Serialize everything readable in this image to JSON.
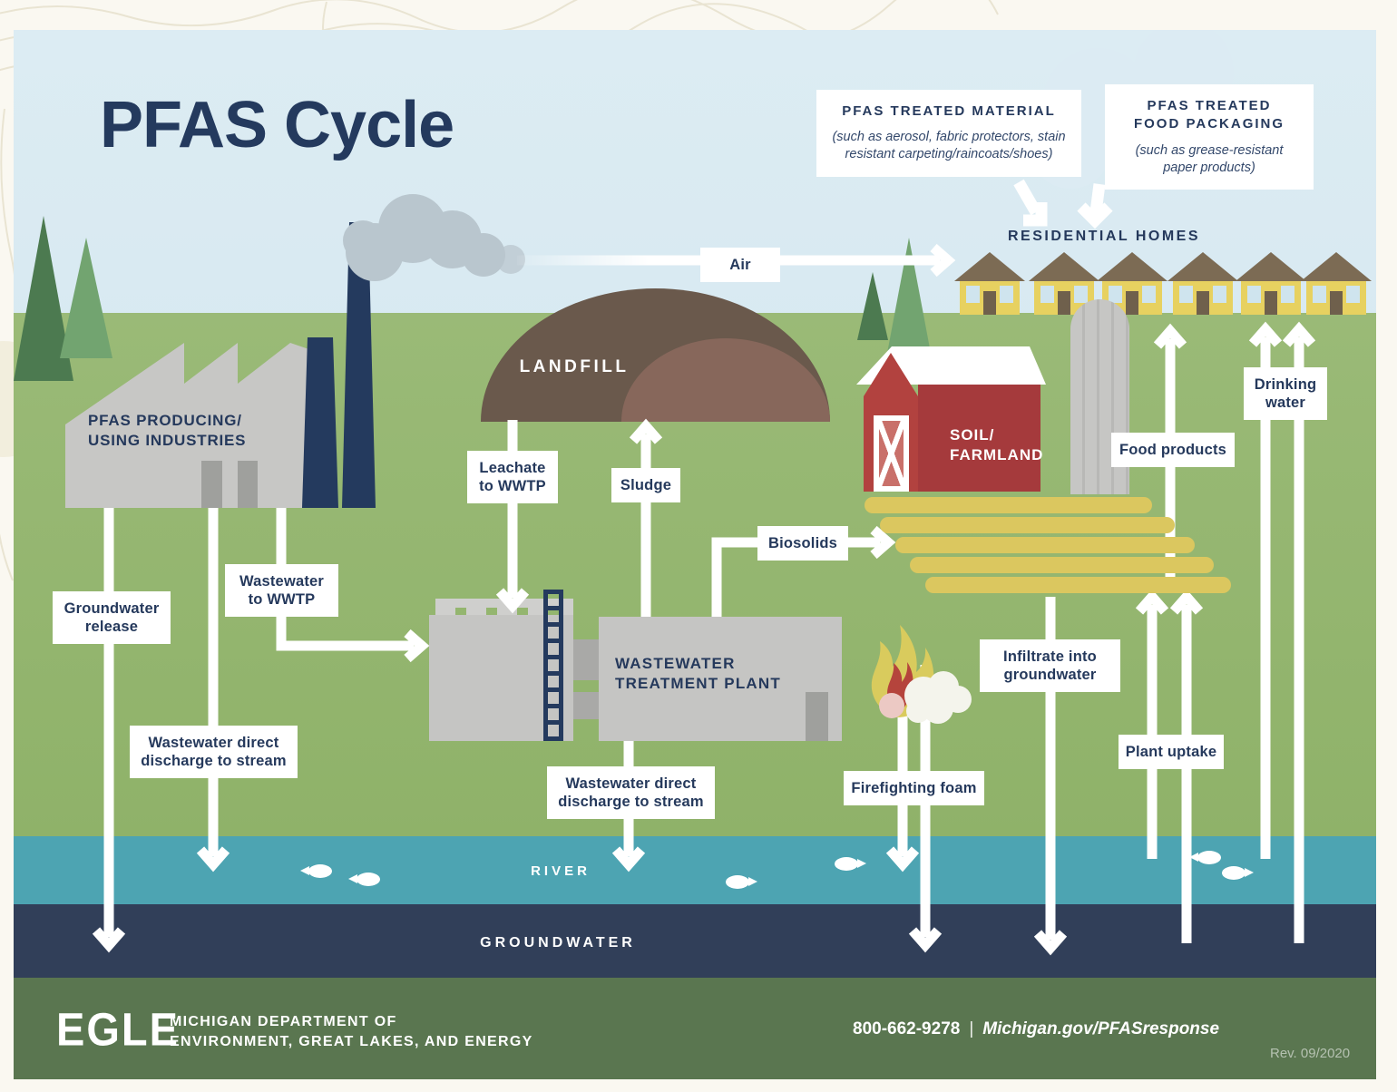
{
  "title": "PFAS Cycle",
  "callouts": {
    "material": {
      "heading": "PFAS TREATED MATERIAL",
      "detail": "(such as aerosol, fabric protectors, stain\nresistant carpeting/raincoats/shoes)"
    },
    "packaging": {
      "heading": "PFAS TREATED\nFOOD PACKAGING",
      "detail": "(such as grease-resistant\npaper products)"
    }
  },
  "sites": {
    "industries": "PFAS PRODUCING/\nUSING INDUSTRIES",
    "landfill": "LANDFILL",
    "wwtp": "WASTEWATER\nTREATMENT PLANT",
    "farm": "SOIL/\nFARMLAND",
    "homes": "RESIDENTIAL HOMES",
    "river": "RIVER",
    "groundwater": "GROUNDWATER"
  },
  "flows": {
    "air": "Air",
    "leachate": "Leachate\nto WWTP",
    "sludge": "Sludge",
    "wastewater_to_wwtp": "Wastewater\nto WWTP",
    "groundwater_release": "Groundwater\nrelease",
    "factory_discharge": "Wastewater direct\ndischarge to stream",
    "wwtp_discharge": "Wastewater direct\ndischarge to stream",
    "biosolids": "Biosolids",
    "firefighting_foam": "Firefighting foam",
    "infiltrate": "Infiltrate into\ngroundwater",
    "food_products": "Food products",
    "plant_uptake": "Plant uptake",
    "drinking_water": "Drinking\nwater"
  },
  "footer": {
    "logo": "EGLE",
    "agency": "MICHIGAN DEPARTMENT OF\nENVIRONMENT, GREAT LAKES, AND ENERGY",
    "phone": "800-662-9278",
    "separator": "|",
    "url": "Michigan.gov/PFASresponse",
    "revision": "Rev. 09/2020"
  },
  "colors": {
    "navy": "#243a5e",
    "sky": "#d3e6ef",
    "grass": "#93b56e",
    "river": "#4da4b2",
    "groundwater_band": "#313f59",
    "footer_green": "#5a7650",
    "barn_red": "#b2423f",
    "crop_yellow": "#dbc75f",
    "house_yellow": "#e7d160",
    "label_bg": "#ffffff"
  }
}
